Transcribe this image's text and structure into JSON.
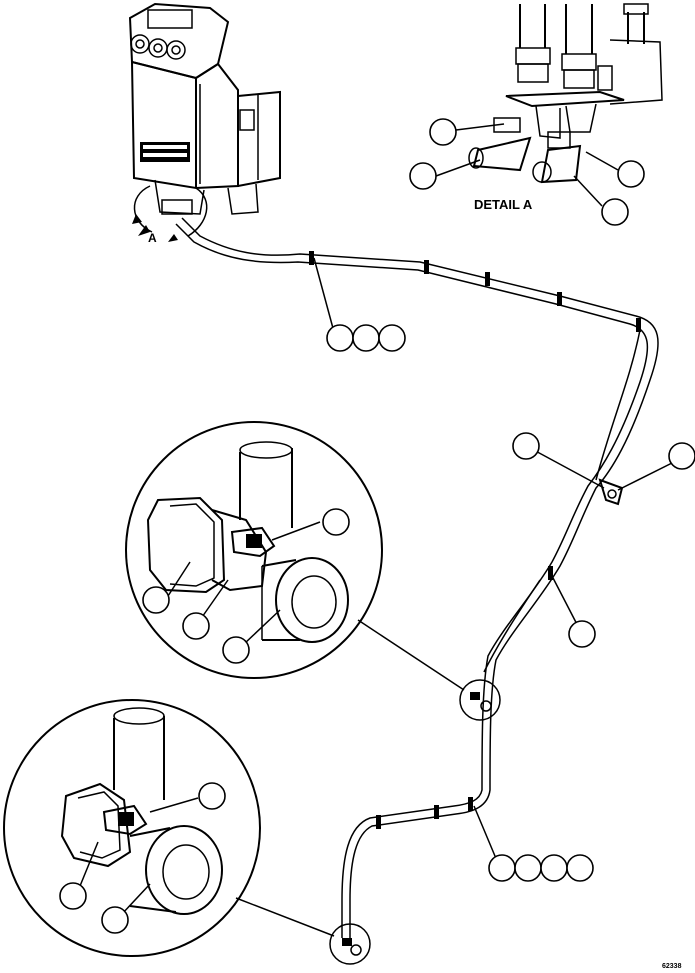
{
  "figure": {
    "detail_label": "DETAIL A",
    "view_letter": "A",
    "figure_code": "62338"
  }
}
